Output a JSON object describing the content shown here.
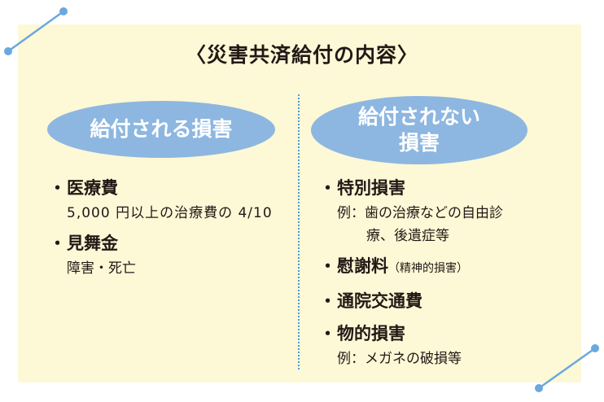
{
  "title": "〈災害共済給付の内容〉",
  "left": {
    "header": "給付される損害",
    "items": [
      {
        "bullet": "・",
        "head": "医療費",
        "detail": "5,000 円以上の治療費の 4/10"
      },
      {
        "bullet": "・",
        "head": "見舞金",
        "detail": "障害・死亡"
      }
    ]
  },
  "right": {
    "header": "給付されない\n損害",
    "items": [
      {
        "bullet": "・",
        "head": "特別損害",
        "detail_line1": "例：歯の治療などの自由診",
        "detail_line2": "療、後遺症等"
      },
      {
        "bullet": "・",
        "head": "慰謝料",
        "note": "（精神的損害）"
      },
      {
        "bullet": "・",
        "head": "通院交通費"
      },
      {
        "bullet": "・",
        "head": "物的損害",
        "detail_line1": "例：メガネの破損等"
      }
    ]
  },
  "colors": {
    "panel": "#fdf8d6",
    "oval": "#8db7e0",
    "divider": "#4f9ad8",
    "pin": "#6aa8de"
  }
}
